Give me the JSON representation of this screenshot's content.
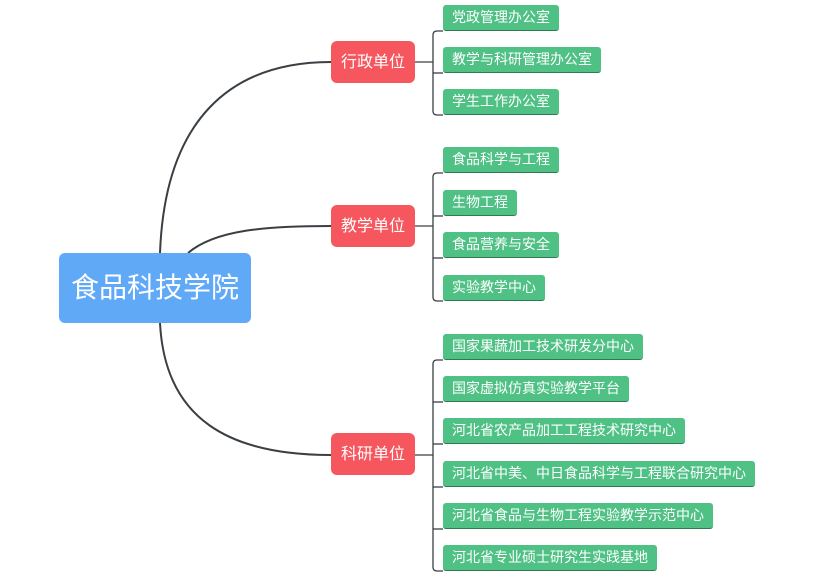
{
  "mindmap": {
    "root": {
      "label": "食品科技学院"
    },
    "branches": [
      {
        "label": "行政单位",
        "children": [
          "党政管理办公室",
          "教学与科研管理办公室",
          "学生工作办公室"
        ]
      },
      {
        "label": "教学单位",
        "children": [
          "食品科学与工程",
          "生物工程",
          "食品营养与安全",
          "实验教学中心"
        ]
      },
      {
        "label": "科研单位",
        "children": [
          "国家果蔬加工技术研发分中心",
          "国家虚拟仿真实验教学平台",
          "河北省农产品加工工程技术研究中心",
          "河北省中美、中日食品科学与工程联合研究中心",
          "河北省食品与生物工程实验教学示范中心",
          "河北省专业硕士研究生实践基地"
        ]
      }
    ]
  },
  "colors": {
    "root": "#60a9f7",
    "branch": "#f6565e",
    "leaf": "#4fc185",
    "line": "#333333"
  }
}
